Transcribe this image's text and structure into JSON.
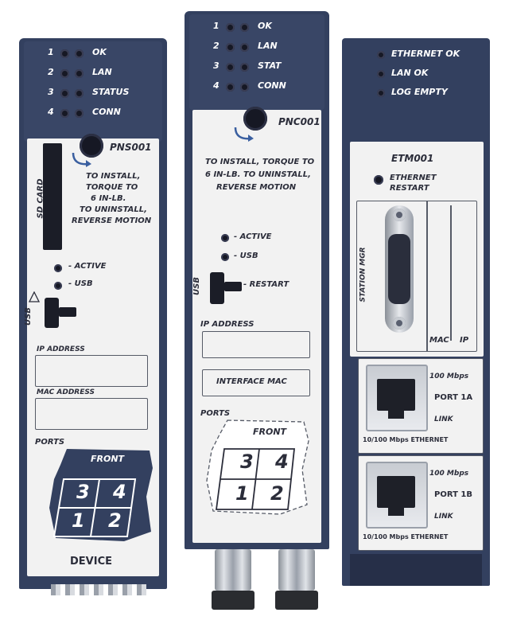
{
  "module1": {
    "leds": [
      {
        "num": "1",
        "label": "OK"
      },
      {
        "num": "2",
        "label": "LAN"
      },
      {
        "num": "3",
        "label": "STATUS"
      },
      {
        "num": "4",
        "label": "CONN"
      }
    ],
    "model": "PNS001",
    "install_text": [
      "TO INSTALL,",
      "TORQUE TO",
      "6 IN-LB.",
      "TO UNINSTALL,",
      "REVERSE MOTION"
    ],
    "sd_card": "SD CARD",
    "active": "- ACTIVE",
    "usb": "- USB",
    "usb_port": "USB",
    "ip_address": "IP ADDRESS",
    "mac_address": "MAC ADDRESS",
    "ports": "PORTS",
    "front": "FRONT",
    "port_nums": [
      "3",
      "4",
      "1",
      "2"
    ],
    "device": "DEVICE"
  },
  "module2": {
    "leds": [
      {
        "num": "1",
        "label": "OK"
      },
      {
        "num": "2",
        "label": "LAN"
      },
      {
        "num": "3",
        "label": "STAT"
      },
      {
        "num": "4",
        "label": "CONN"
      }
    ],
    "model": "PNC001",
    "install_text": [
      "TO INSTALL, TORQUE TO",
      "6 IN-LB. TO UNINSTALL,",
      "REVERSE MOTION"
    ],
    "active": "- ACTIVE",
    "usb": "- USB",
    "usb_port": "USB",
    "restart": "- RESTART",
    "ip_address": "IP ADDRESS",
    "interface_mac": "INTERFACE MAC",
    "ports": "PORTS",
    "front": "FRONT",
    "port_nums": [
      "3",
      "4",
      "1",
      "2"
    ]
  },
  "module3": {
    "leds": [
      "ETHERNET OK",
      "LAN OK",
      "LOG EMPTY"
    ],
    "model": "ETM001",
    "restart": [
      "ETHERNET",
      "RESTART"
    ],
    "station_mgr": "STATION MGR",
    "mac": "MAC",
    "ip": "IP",
    "port_a": {
      "speed": "100 Mbps",
      "name": "PORT 1A",
      "link": "LINK",
      "ethernet": "10/100 Mbps ETHERNET"
    },
    "port_b": {
      "speed": "100 Mbps",
      "name": "PORT 1B",
      "link": "LINK",
      "ethernet": "10/100 Mbps ETHERNET"
    }
  },
  "colors": {
    "housing": "#33405f",
    "faceplate": "#f2f2f2",
    "led": "#161824"
  }
}
